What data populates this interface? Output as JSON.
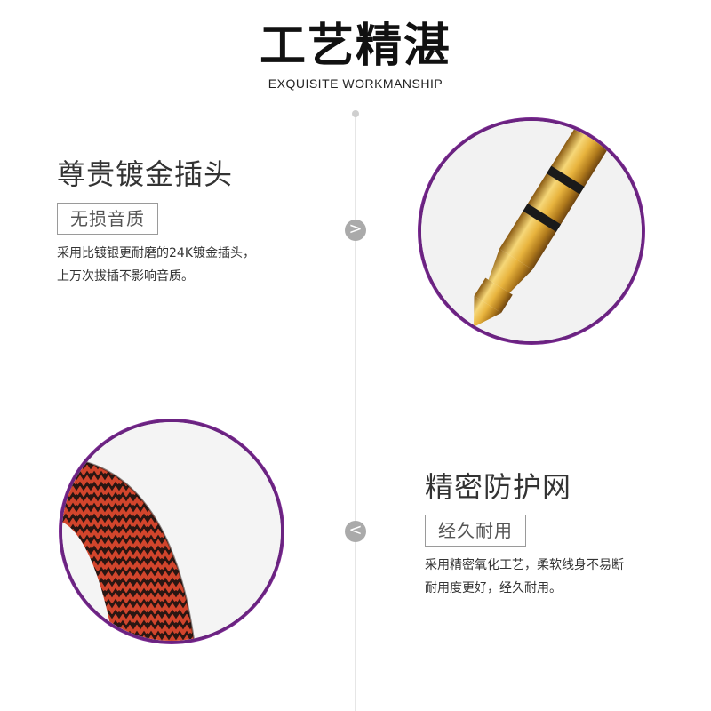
{
  "header": {
    "title": "工艺精湛",
    "subtitle": "EXQUISITE WORKMANSHIP"
  },
  "nav": {
    "arrow_right": ">",
    "arrow_left": "<"
  },
  "feature_plug": {
    "title": "尊贵镀金插头",
    "tag": "无损音质",
    "desc_line1": "采用比镀银更耐磨的24K镀金插头，",
    "desc_line2": "上万次拔插不影响音质。"
  },
  "feature_mesh": {
    "title": "精密防护网",
    "tag": "经久耐用",
    "desc_line1": "采用精密氧化工艺，柔软线身不易断",
    "desc_line2": "耐用度更好，经久耐用。"
  },
  "colors": {
    "ring": "#6a2380",
    "gold": "#e2b33a",
    "braid_red": "#c9402a",
    "braid_dark": "#2a1612"
  },
  "icons": {
    "arrow_right": "chevron-right-icon",
    "arrow_left": "chevron-left-icon"
  }
}
